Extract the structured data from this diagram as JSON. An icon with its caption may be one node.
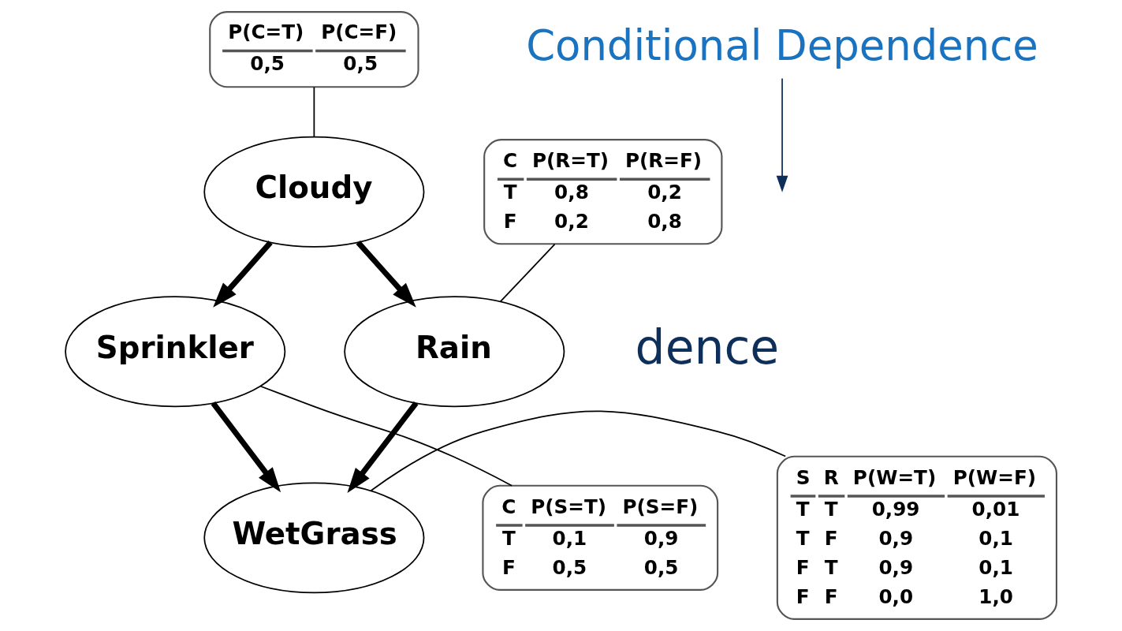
{
  "diagram": {
    "nodes": [
      {
        "text": [
          "P(C=T) P(C=F)",
          "0,5 0,5"
        ]
      },
      {
        "text": [
          "Cloudy"
        ]
      },
      {
        "text": [
          "C P(R=T) P(R=F)",
          "T 0,8 0,2",
          "F 0,2 0,8"
        ]
      },
      {
        "text": [
          "Sprinkler"
        ]
      },
      {
        "text": [
          "Rain"
        ]
      },
      {
        "text": [
          "C P(S=T) P(S=F)",
          "T 0,1 0,9",
          "F 0,5 0,5"
        ]
      },
      {
        "text": [
          "WetGrass"
        ]
      },
      {
        "text": [
          "S R P(W=T) P(W=F)",
          "T T 0,99 0,01",
          "T F 0,9 0,1",
          "F T 0,9 0,1",
          "F F 0,0 1,0"
        ]
      },
      {
        "text": [
          "Conditional Dependence"
        ]
      }
    ],
    "edges": [
      {
        "from": 0,
        "to": 1,
        "arrow": "none"
      },
      {
        "from": 8,
        "to": null,
        "arrow": "to",
        "color": "#0d2f5a"
      },
      {
        "from": 1,
        "to": 3,
        "arrow": "to",
        "style": "thick"
      },
      {
        "from": 1,
        "to": 4,
        "arrow": "to",
        "style": "thick"
      },
      {
        "from": 2,
        "to": 4,
        "arrow": "none"
      },
      {
        "from": 5,
        "to": 3,
        "arrow": "none"
      },
      {
        "from": 3,
        "to": 6,
        "arrow": "to",
        "style": "thick"
      },
      {
        "from": 4,
        "to": 6,
        "arrow": "to",
        "style": "thick"
      },
      {
        "from": 7,
        "to": 6,
        "arrow": "none"
      }
    ],
    "labels": [
      "dence"
    ]
  }
}
